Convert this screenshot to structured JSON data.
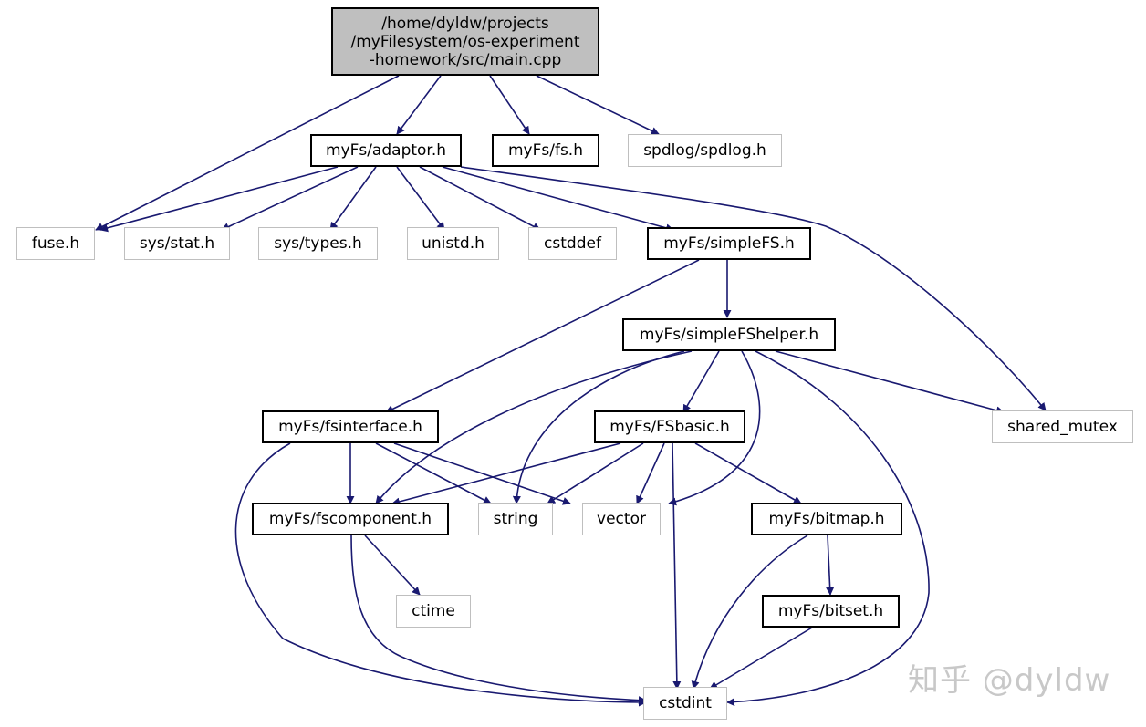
{
  "root": {
    "lines": [
      "/home/dyldw/projects",
      "/myFilesystem/os-experiment",
      "-homework/src/main.cpp"
    ]
  },
  "nodes": {
    "adaptor": "myFs/adaptor.h",
    "fs": "myFs/fs.h",
    "spdlog": "spdlog/spdlog.h",
    "fuse": "fuse.h",
    "stat": "sys/stat.h",
    "types": "sys/types.h",
    "unistd": "unistd.h",
    "cstddef": "cstddef",
    "simplefs": "myFs/simpleFS.h",
    "helper": "myFs/simpleFShelper.h",
    "mutex": "shared_mutex",
    "fsinterface": "myFs/fsinterface.h",
    "fsbasic": "myFs/FSbasic.h",
    "fscomponent": "myFs/fscomponent.h",
    "string": "string",
    "vector": "vector",
    "bitmap": "myFs/bitmap.h",
    "ctime": "ctime",
    "bitset": "myFs/bitset.h",
    "cstdint": "cstdint"
  },
  "colors": {
    "edge": "#191970",
    "root_fill": "#bfbfbf",
    "external_border": "#bfbfbf",
    "internal_border": "#000000"
  },
  "watermark": "知乎 @dyldw"
}
